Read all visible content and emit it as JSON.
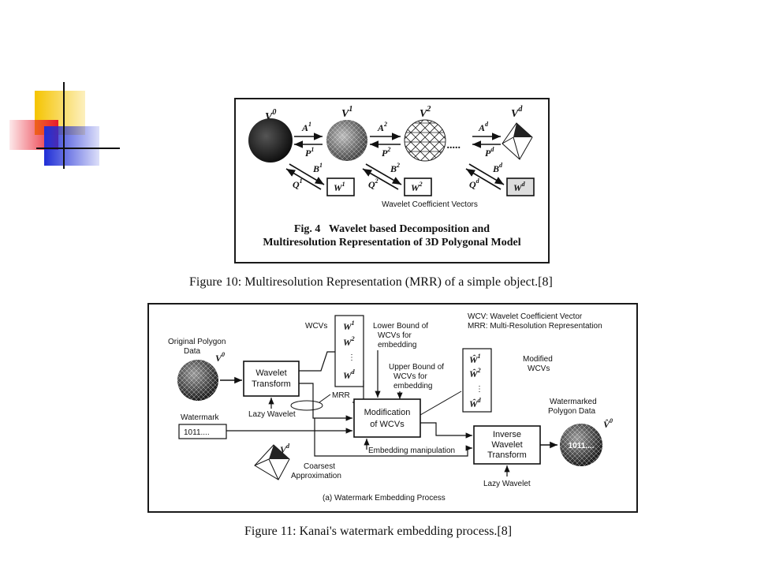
{
  "figure10": {
    "top": {
      "levels": [
        "V",
        "V",
        "V",
        "V"
      ],
      "level_sups": [
        "0",
        "1",
        "2",
        "d"
      ],
      "analysis": [
        "A",
        "A",
        "A"
      ],
      "analysis_sups": [
        "1",
        "2",
        "d"
      ],
      "synthesis": [
        "P",
        "P",
        "P"
      ],
      "synthesis_sups": [
        "1",
        "2",
        "d"
      ],
      "detail_b": [
        "B",
        "B",
        "B"
      ],
      "detail_b_sups": [
        "1",
        "2",
        "d"
      ],
      "detail_q": [
        "Q",
        "Q",
        "Q"
      ],
      "detail_q_sups": [
        "1",
        "2",
        "d"
      ],
      "coeff": [
        "W",
        "W",
        "W"
      ],
      "coeff_sups": [
        "1",
        "2",
        "d"
      ],
      "ellipsis": ".....",
      "coeff_caption": "Wavelet Coefficient Vectors"
    },
    "inner_caption_label": "Fig. 4",
    "inner_caption_line1": "Wavelet based Decomposition and",
    "inner_caption_line2": "Multiresolution Representation of 3D Polygonal Model",
    "caption": "Figure 10: Multiresolution Representation (MRR) of a simple object.[8]"
  },
  "figure11": {
    "legend_wcv": "WCV: Wavelet Coefficient Vector",
    "legend_mrr": "MRR: Multi-Resolution Representation",
    "original_line1": "Original Polygon",
    "original_line2": "Data",
    "v0": "V",
    "v0_sup": "0",
    "wcvs_label": "WCVs",
    "w_labels": [
      "W",
      "W",
      "W"
    ],
    "w_sups": [
      "1",
      "2",
      "d"
    ],
    "lower_bound": [
      "Lower Bound of",
      "WCVs for",
      "embedding"
    ],
    "upper_bound": [
      "Upper Bound of",
      "WCVs for",
      "embedding"
    ],
    "modified_wcvs": [
      "Modified",
      "WCVs"
    ],
    "wavelet_transform": [
      "Wavelet",
      "Transform"
    ],
    "lazy_wavelet_1": "Lazy Wavelet",
    "mrr": "MRR",
    "watermark_label": "Watermark",
    "watermark_value": "1011....",
    "modification": [
      "Modification",
      "of WCVs"
    ],
    "embedding_manipulation": "Embedding manipulation",
    "inverse": [
      "Inverse",
      "Wavelet",
      "Transform"
    ],
    "lazy_wavelet_2": "Lazy Wavelet",
    "watermarked": [
      "Watermarked",
      "Polygon Data"
    ],
    "vhat0": "V",
    "vhat0_sup": "0",
    "sphere_text": "1011....",
    "vd": "V",
    "vd_sup": "d",
    "coarsest": [
      "Coarsest",
      "Approximation"
    ],
    "process_title": "(a) Watermark Embedding Process",
    "caption": "Figure 11: Kanai's watermark embedding process.[8]"
  },
  "colors": {
    "deco_yellow": "#f5c400",
    "deco_red": "#e8192a",
    "deco_blue": "#1f2ed6",
    "line": "#111111"
  }
}
